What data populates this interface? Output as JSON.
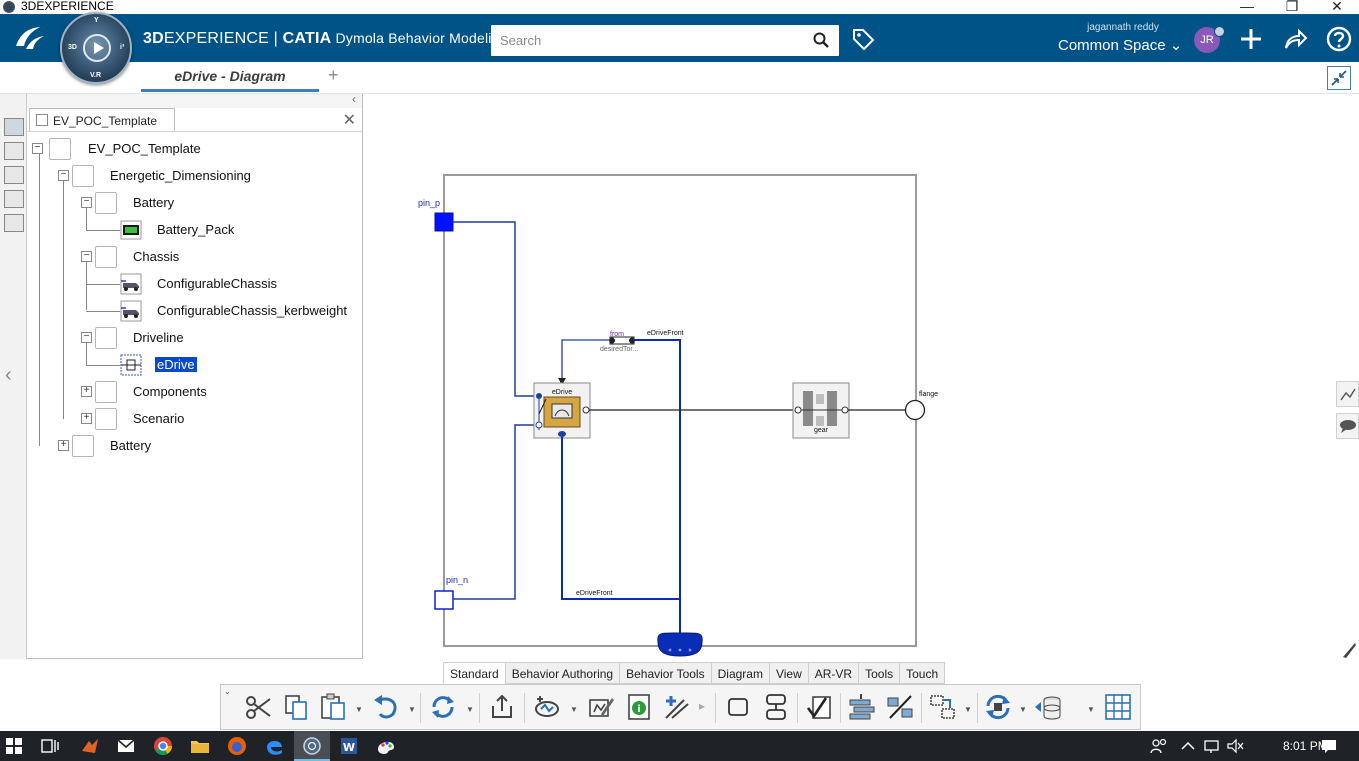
{
  "window": {
    "title": "3DEXPERIENCE",
    "controls": {
      "minimize": "—",
      "restore": "❐",
      "close": "✕"
    }
  },
  "topbar": {
    "brand_bold": "3D",
    "brand_light": "EXPERIENCE | ",
    "brand_catia": "CATIA",
    "brand_app": " Dymola Behavior Modeling",
    "search_placeholder": "Search",
    "user_name": "jagannath reddy",
    "space": "Common Space",
    "avatar_initials": "JR",
    "compass_labels": {
      "top": "Y",
      "left": "3D",
      "right": "i³",
      "bottom": "V.R"
    }
  },
  "tabs": {
    "active_label": "eDrive - Diagram",
    "add_label": "+"
  },
  "tree": {
    "tab_title": "EV_POC_Template",
    "collapse_glyph": "‹",
    "close_glyph": "✕",
    "nodes": [
      {
        "label": "EV_POC_Template",
        "expander": "−"
      },
      {
        "label": "Energetic_Dimensioning",
        "expander": "−"
      },
      {
        "label": "Battery",
        "expander": "−"
      },
      {
        "label": "Battery_Pack",
        "expander": ""
      },
      {
        "label": "Chassis",
        "expander": "−"
      },
      {
        "label": "ConfigurableChassis",
        "expander": ""
      },
      {
        "label": "ConfigurableChassis_kerbweight",
        "expander": ""
      },
      {
        "label": "Driveline",
        "expander": "−"
      },
      {
        "label": "eDrive",
        "expander": ""
      },
      {
        "label": "Components",
        "expander": "+"
      },
      {
        "label": "Scenario",
        "expander": "+"
      },
      {
        "label": "Battery",
        "expander": "+"
      }
    ]
  },
  "diagram": {
    "pin_p": "pin_p",
    "pin_n": "pin_n",
    "edrive_block": "eDrive",
    "gear_block": "gear",
    "flange": "flange",
    "from_label": "from",
    "desired_label": "desiredTor...",
    "bus_top": "eDriveFront",
    "bus_bottom": "eDriveFront",
    "colors": {
      "wire": "#1f3f9a",
      "pin_fill": "#0011ff",
      "bus": "#0a2db8",
      "frame": "#9a9a9a"
    }
  },
  "actionbar": {
    "tabs": [
      "Standard",
      "Behavior Authoring",
      "Behavior Tools",
      "Diagram",
      "View",
      "AR-VR",
      "Tools",
      "Touch"
    ],
    "active_tab_index": 0,
    "icons": [
      "cut-icon",
      "copy-icon",
      "paste-icon",
      "undo-icon",
      "update-icon",
      "export-icon",
      "simulate-icon",
      "edit-model-icon",
      "info-icon",
      "connect-icon",
      "rectangle-icon",
      "split-icon",
      "check-icon",
      "stack-icon",
      "transfer-icon",
      "flow-icon",
      "refresh-cycle-icon",
      "database-icon",
      "grid-icon"
    ]
  },
  "taskbar": {
    "time": "8:01 PM"
  }
}
